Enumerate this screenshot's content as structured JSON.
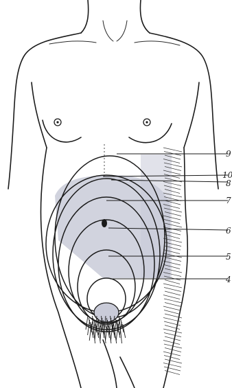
{
  "figure": {
    "shading_color": "#c9cbd8",
    "ink_color": "#1a1a1a"
  },
  "fundal_labels": [
    {
      "id": "label-9",
      "text": "9"
    },
    {
      "id": "label-10",
      "text": "10"
    },
    {
      "id": "label-8",
      "text": "8"
    },
    {
      "id": "label-7",
      "text": "7"
    },
    {
      "id": "label-6",
      "text": "6"
    },
    {
      "id": "label-5",
      "text": "5"
    },
    {
      "id": "label-4",
      "text": "4"
    }
  ]
}
